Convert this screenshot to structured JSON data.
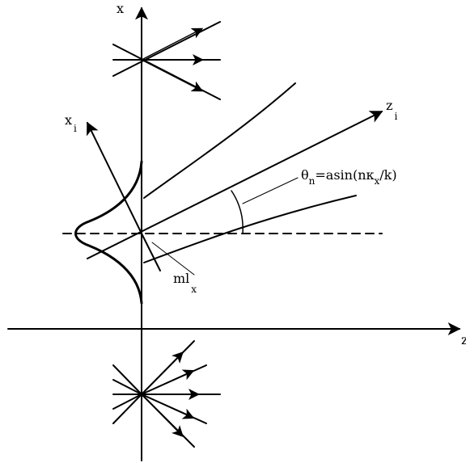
{
  "diagram": {
    "labels": {
      "x_axis": "x",
      "z_axis": "z",
      "xi_main": "x",
      "xi_sub": "i",
      "zi_main": "z",
      "zi_sub": "i",
      "theta_main": "θ",
      "theta_sub": "n",
      "theta_formula_a": "=asin(nκ",
      "theta_formula_sub": "x",
      "theta_formula_b": "/k)",
      "ml_main": "ml",
      "ml_sub": "x"
    },
    "colors": {
      "ink": "#000000",
      "background": "#ffffff"
    }
  }
}
